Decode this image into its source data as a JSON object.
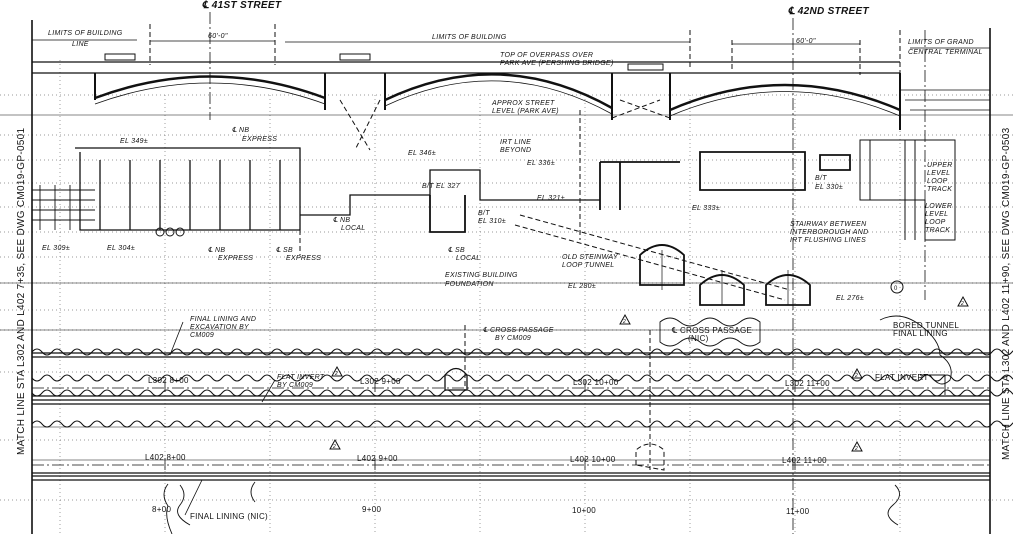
{
  "streets": {
    "s41": "℄ 41ST STREET",
    "s42": "℄ 42ND STREET"
  },
  "dimensions": {
    "d1": "60'-0\"",
    "d2": "60'-0\""
  },
  "limits": {
    "building_line": [
      "LIMITS OF BUILDING",
      "LINE"
    ],
    "building": "LIMITS OF BUILDING",
    "grand_central": [
      "LIMITS OF GRAND",
      "CENTRAL TERMINAL"
    ]
  },
  "notes": {
    "overpass": [
      "TOP OF OVERPASS OVER",
      "PARK AVE (PERSHING BRIDGE)"
    ],
    "street_level": [
      "APPROX STREET",
      "LEVEL (PARK AVE)"
    ],
    "irt_line": [
      "IRT LINE",
      "BEYOND"
    ],
    "stairway": [
      "STAIRWAY BETWEEN",
      "INTERBOROUGH AND",
      "IRT FLUSHING LINES"
    ],
    "upper_loop": [
      "UPPER",
      "LEVEL",
      "LOOP",
      "TRACK"
    ],
    "lower_loop": [
      "LOWER",
      "LEVEL",
      "LOOP",
      "TRACK"
    ],
    "steinway": [
      "OLD STEINWAY",
      "LOOP TUNNEL"
    ],
    "foundation": [
      "EXISTING BUILDING",
      "FOUNDATION"
    ],
    "final_lining_cm009": [
      "FINAL LINING AND",
      "EXCAVATION BY",
      "CM009"
    ],
    "cross_passage_cm009": [
      "℄ CROSS PASSAGE",
      "BY CM009"
    ],
    "cross_passage_nic": [
      "℄ CROSS PASSAGE",
      "(NIC)"
    ],
    "bored_tunnel": [
      "BORED TUNNEL",
      "FINAL LINING"
    ],
    "flat_invert_cm009": [
      "FLAT INVERT",
      "BY CM009"
    ],
    "flat_invert": "FLAT INVERT",
    "final_lining_nic": "FINAL LINING (NIC)"
  },
  "tracks": {
    "nb_express_top": [
      "℄ NB",
      "EXPRESS"
    ],
    "nb_express": [
      "℄ NB",
      "EXPRESS"
    ],
    "sb_express": [
      "℄ SB",
      "EXPRESS"
    ],
    "nb_local": [
      "℄ NB",
      "LOCAL"
    ],
    "sb_local": [
      "℄ SB",
      "LOCAL"
    ]
  },
  "elevations": {
    "el349": "EL 349±",
    "el346": "EL 346±",
    "el336": "EL 336±",
    "bt327": "B/T EL 327",
    "el321": "EL 321±",
    "el333": "EL 333±",
    "bt310": [
      "B/T",
      "EL 310±"
    ],
    "bt330": [
      "B/T",
      "EL 330±"
    ],
    "el309": "EL 309±",
    "el304": "EL 304±",
    "el280": "EL 280±",
    "el276": "EL 276±"
  },
  "stations": {
    "l302": [
      "L302 8+00",
      "L302 9+00",
      "L302 10+00",
      "L302 11+00"
    ],
    "l402": [
      "L402 8+00",
      "L402 9+00",
      "L402 10+00",
      "L402 11+00"
    ],
    "axis": [
      "8+00",
      "9+00",
      "10+00",
      "11+00"
    ]
  },
  "match_lines": {
    "left": "MATCH LINE STA L302 AND L402 7+35, SEE DWG CM019-GP-0501",
    "right": "MATCH LINE STA L302 AND L402 11+90, SEE DWG CM019-GP-0503"
  },
  "revision_mark": "2",
  "marker_o": "0"
}
